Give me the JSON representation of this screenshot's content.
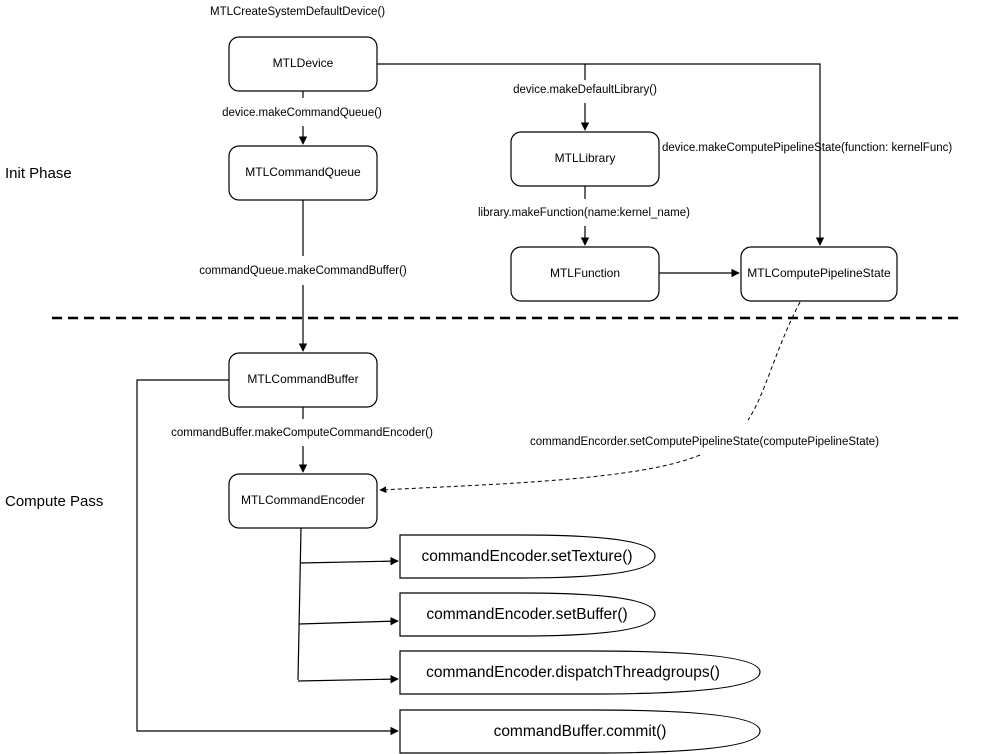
{
  "phases": {
    "init": "Init Phase",
    "compute": "Compute Pass"
  },
  "nodes": {
    "device": "MTLDevice",
    "queue": "MTLCommandQueue",
    "library": "MTLLibrary",
    "function": "MTLFunction",
    "pipeline": "MTLComputePipelineState",
    "buffer": "MTLCommandBuffer",
    "encoder": "MTLCommandEncoder"
  },
  "calls": {
    "set_texture": "commandEncoder.setTexture()",
    "set_buffer": "commandEncoder.setBuffer()",
    "dispatch": "commandEncoder.dispatchThreadgroups()",
    "commit": "commandBuffer.commit()"
  },
  "edges": {
    "create_device": "MTLCreateSystemDefaultDevice()",
    "make_queue": "device.makeCommandQueue()",
    "make_library": "device.makeDefaultLibrary()",
    "make_pipeline": "device.makeComputePipelineState(function: kernelFunc)",
    "make_function": "library.makeFunction(name:kernel_name)",
    "make_buffer": "commandQueue.makeCommandBuffer()",
    "make_encoder": "commandBuffer.makeComputeCommandEncoder()",
    "set_pipeline": "commandEncorder.setComputePipelineState(computePipelineState)"
  }
}
